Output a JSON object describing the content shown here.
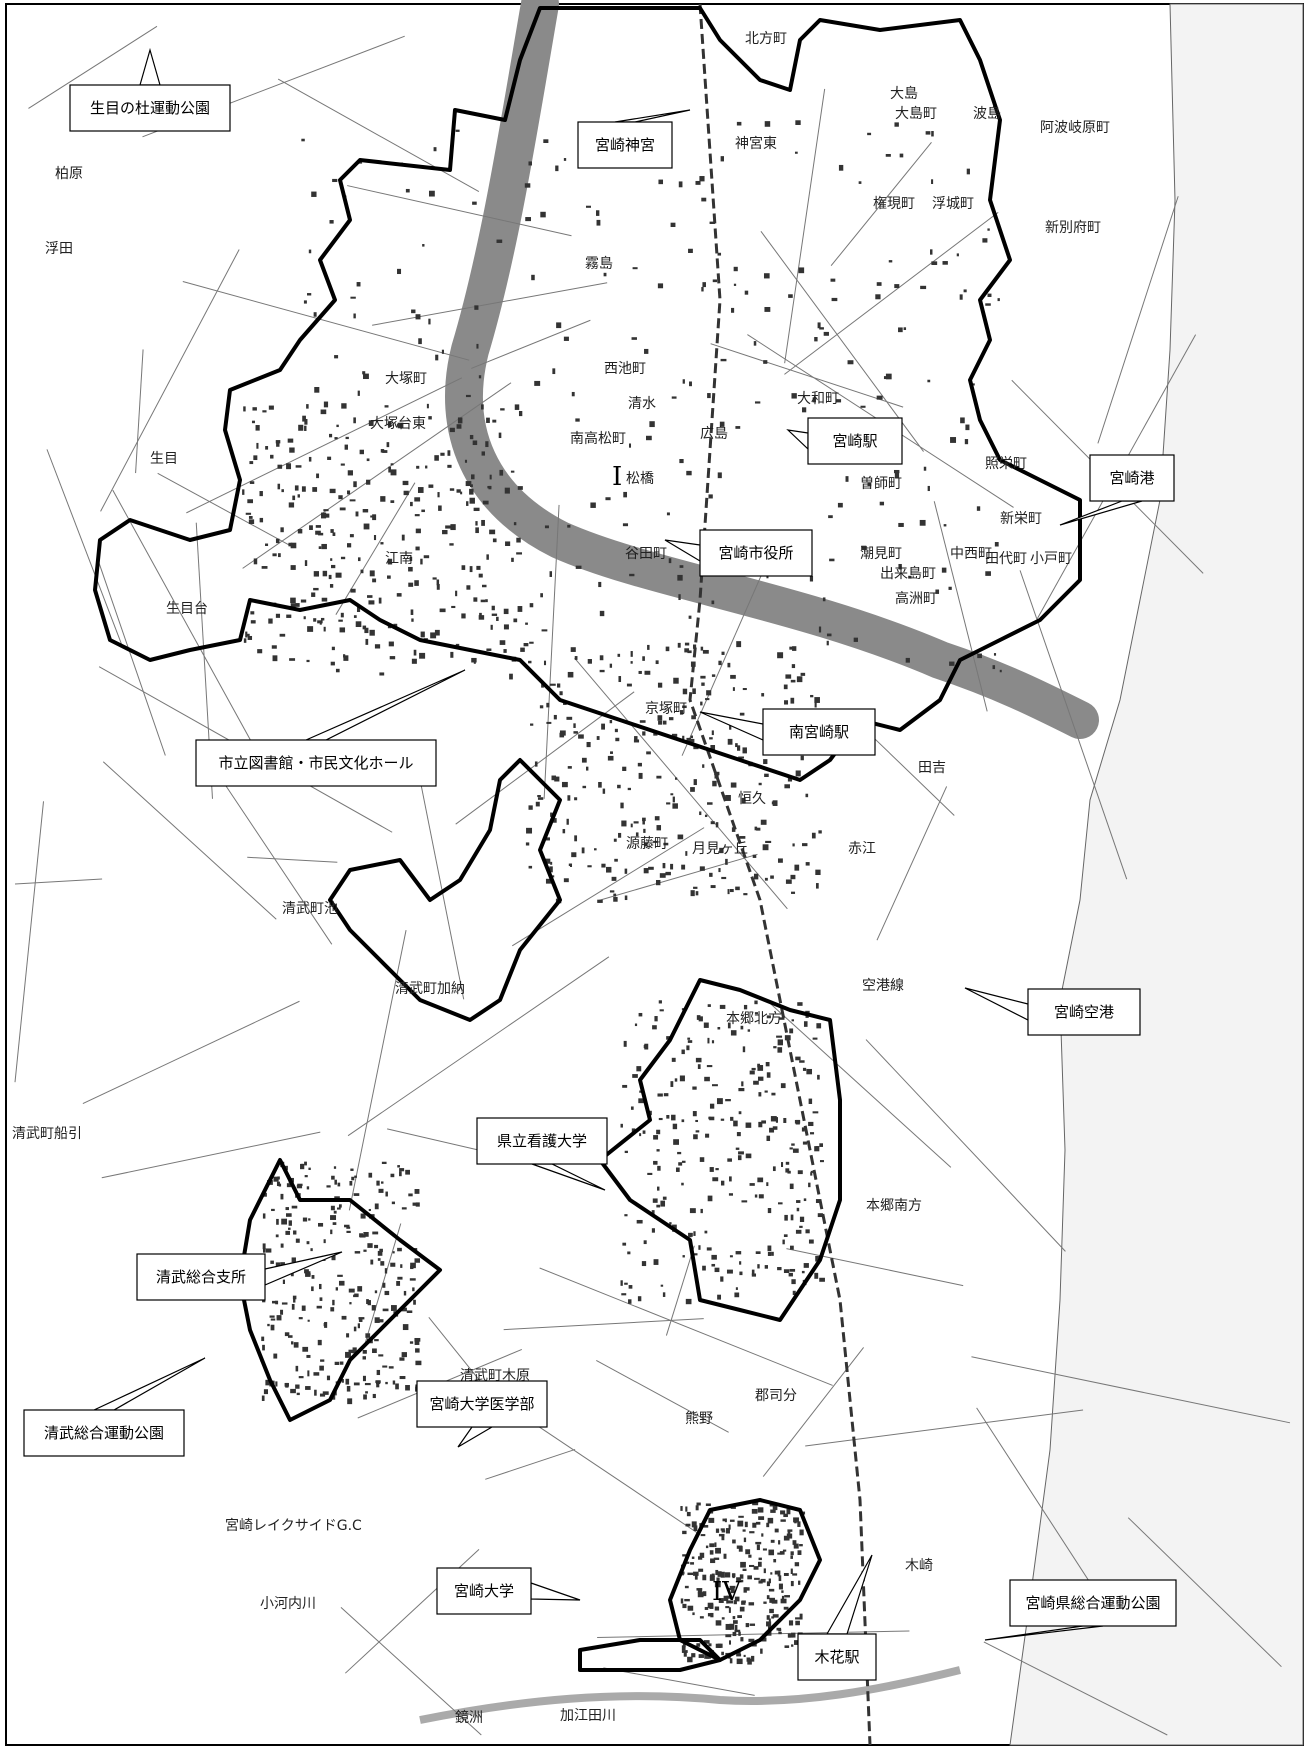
{
  "callouts": [
    {
      "id": "ikime-park",
      "label": "生目の杜運動公園"
    },
    {
      "id": "miyazaki-jingu",
      "label": "宮崎神宮"
    },
    {
      "id": "miyazaki-station",
      "label": "宮崎駅"
    },
    {
      "id": "miyazaki-port",
      "label": "宮崎港"
    },
    {
      "id": "city-hall",
      "label": "宮崎市役所"
    },
    {
      "id": "library-hall",
      "label": "市立図書館・市民文化ホール"
    },
    {
      "id": "minami-miyazaki-station",
      "label": "南宮崎駅"
    },
    {
      "id": "airport",
      "label": "宮崎空港"
    },
    {
      "id": "nursing-univ",
      "label": "県立看護大学"
    },
    {
      "id": "kiyotake-branch",
      "label": "清武総合支所"
    },
    {
      "id": "kiyotake-park",
      "label": "清武総合運動公園"
    },
    {
      "id": "medical-school",
      "label": "宮崎大学医学部"
    },
    {
      "id": "univ",
      "label": "宮崎大学"
    },
    {
      "id": "prefectural-park",
      "label": "宮崎県総合運動公園"
    },
    {
      "id": "kibana-station",
      "label": "木花駅"
    }
  ],
  "place_names": [
    "北方町",
    "大島町",
    "波島",
    "阿波岐原町",
    "新別府町",
    "神宮東",
    "権現町",
    "浮城町",
    "柏原",
    "浮田",
    "大塚町",
    "大塚台東",
    "江南",
    "西池町",
    "清水",
    "広島",
    "大和町",
    "南高松町",
    "松橋",
    "照栄町",
    "新栄町",
    "霧島",
    "曽師町",
    "潮見町",
    "中西町",
    "小戸町",
    "田代町",
    "出来島町",
    "高洲町",
    "谷田町",
    "京塚町",
    "恒久",
    "月見ヶ丘",
    "源藤町",
    "本郷北方",
    "清武町池",
    "清武町加納",
    "清武町船引",
    "清武町木原",
    "本郷南方",
    "郡司分",
    "熊野",
    "木崎",
    "生目台",
    "生目",
    "大島",
    "田吉",
    "赤江",
    "空港線",
    "加江田川",
    "鏡洲",
    "小河内川",
    "宮崎レイクサイドG.C"
  ],
  "district_numerals": [
    "I",
    "IV"
  ]
}
